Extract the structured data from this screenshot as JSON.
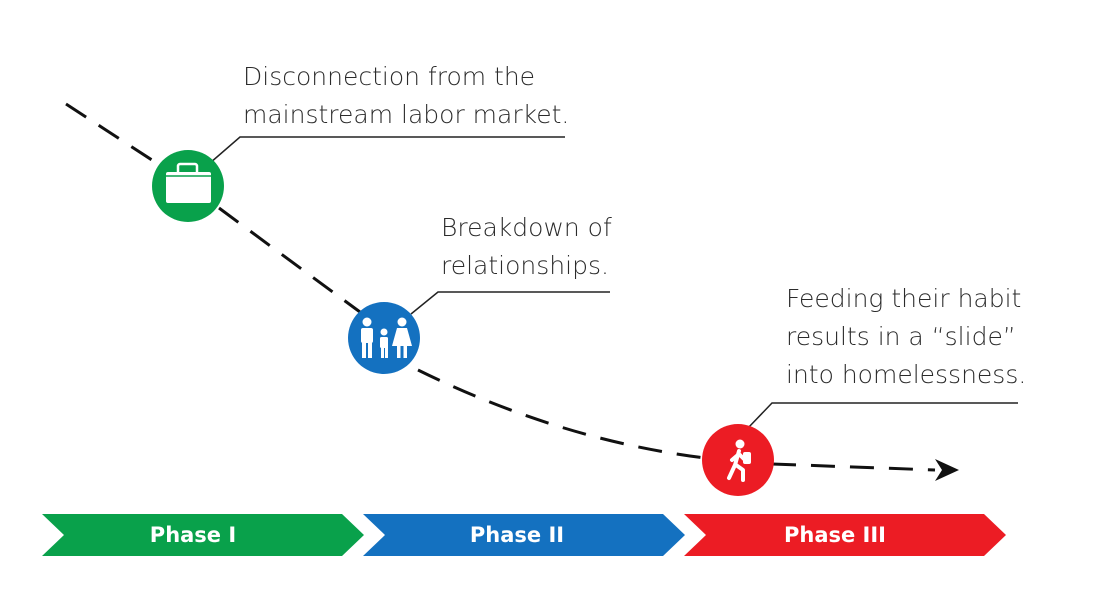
{
  "phases": [
    {
      "label": "Phase I",
      "color": "#09a14b"
    },
    {
      "label": "Phase II",
      "color": "#1471c0"
    },
    {
      "label": "Phase III",
      "color": "#ec1c24"
    }
  ],
  "events": [
    {
      "icon": "briefcase-icon",
      "color": "#09a14b",
      "lines": [
        "Disconnection from the",
        "mainstream labor market."
      ]
    },
    {
      "icon": "family-icon",
      "color": "#1471c0",
      "lines": [
        "Breakdown of",
        "relationships."
      ]
    },
    {
      "icon": "walking-person-icon",
      "color": "#ec1c24",
      "lines": [
        "Feeding their habit",
        "results in a “slide”",
        "into homelessness."
      ]
    }
  ]
}
